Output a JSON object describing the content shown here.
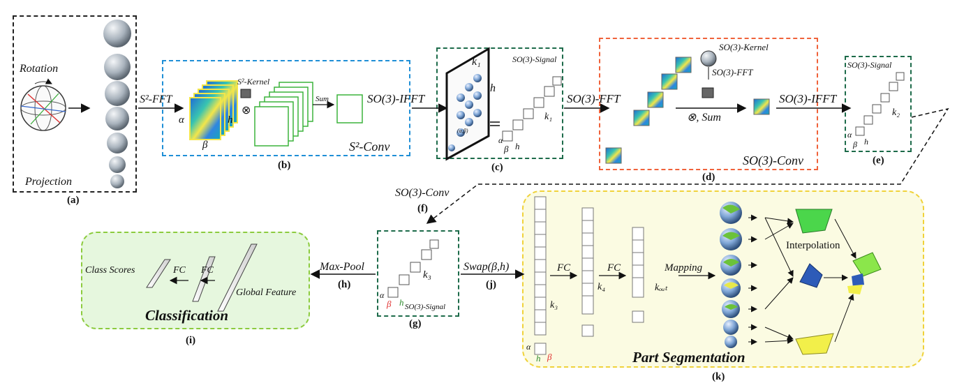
{
  "colors": {
    "black_dashed": "#222222",
    "blue_dashed": "#1f8fd6",
    "teal_dashed": "#1d6b4a",
    "red_dashed": "#f0623a",
    "green_panel": "#e6f7de",
    "green_border": "#8ccb3e",
    "yellow_panel": "#fbfbe2",
    "yellow_border": "#f0d23a",
    "green_feature": "#55bb55",
    "red_beta": "#e03030",
    "green_h": "#2e8b2e"
  },
  "panel_a": {
    "rotation": "Rotation",
    "projection": "Projection",
    "caption": "(a)"
  },
  "panel_b": {
    "s2fft": "S²-FFT",
    "s2kernel": "S²-Kernel",
    "sum": "Sum",
    "otimes": "⊗",
    "alpha": "α",
    "beta": "β",
    "h": "h",
    "title": "S²-Conv",
    "caption": "(b)"
  },
  "arrow_so3ifft": "SO(3)-IFFT",
  "panel_c": {
    "k1": "k₁",
    "h": "h",
    "signal": "SO(3)-Signal",
    "alpha": "α",
    "beta": "β",
    "h2": "h",
    "k1b": "k₁",
    "inner": "(α,β)",
    "caption": "(c)"
  },
  "arrow_so3fft": "SO(3)-FFT",
  "panel_d": {
    "kernel": "SO(3)-Kernel",
    "fft": "SO(3)-FFT",
    "sum": "⊗, Sum",
    "title": "SO(3)-Conv",
    "caption": "(d)"
  },
  "arrow_so3ifft2": "SO(3)-IFFT",
  "panel_e": {
    "signal": "SO(3)-Signal",
    "k2": "k₂",
    "alpha": "α",
    "beta": "β",
    "h": "h",
    "caption": "(e)"
  },
  "panel_f": {
    "label": "SO(3)-Conv",
    "caption": "(f)"
  },
  "panel_g": {
    "k3": "k₃",
    "alpha": "α",
    "beta": "β",
    "h": "h",
    "signal": "SO(3)-Signal",
    "caption": "(g)"
  },
  "arrow_h": {
    "label": "Max-Pool",
    "caption": "(h)"
  },
  "panel_i": {
    "class_scores": "Class Scores",
    "fc1": "FC",
    "fc2": "FC",
    "global": "Global Feature",
    "title": "Classification",
    "caption": "(i)"
  },
  "arrow_j": {
    "label": "Swap(β,h)",
    "caption": "(j)"
  },
  "panel_k": {
    "k3": "k₃",
    "fc1": "FC",
    "k4": "k₄",
    "fc2": "FC",
    "kout": "kₒᵤₜ",
    "mapping": "Mapping",
    "interpolation": "Interpolation",
    "alpha": "α",
    "h": "h",
    "beta": "β",
    "title": "Part Segmentation",
    "caption": "(k)"
  }
}
